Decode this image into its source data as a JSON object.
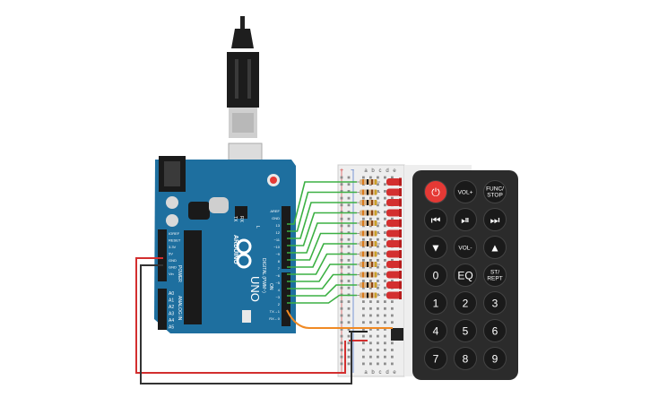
{
  "arduino": {
    "logo_text": "ARDUINO",
    "model_text": "UNO",
    "ioref_pins": [
      "IOREF",
      "RESET",
      "3.3V",
      "5V",
      "GND",
      "GND",
      "Vin"
    ],
    "power_label": "POWER",
    "analog_pins": [
      "A0",
      "A1",
      "A2",
      "A3",
      "A4",
      "A5"
    ],
    "analog_label": "ANALOG IN",
    "digital_pins": [
      "AREF",
      "GND",
      "13",
      "12",
      "~11",
      "~10",
      "~9",
      "8",
      "7",
      "~6",
      "~5",
      "4",
      "~3",
      "2",
      "TX→1",
      "RX←0"
    ],
    "digital_label": "DIGITAL (PWM~)",
    "tx_label": "TX",
    "rx_label": "RX",
    "l_label": "L",
    "on_label": "ON"
  },
  "breadboard": {
    "rail_plus": "+",
    "rail_minus": "−",
    "column_letters_top": [
      "a",
      "b",
      "c",
      "d",
      "e"
    ],
    "column_letters_bottom": [
      "a",
      "b",
      "c",
      "d",
      "e"
    ],
    "led_count": 12,
    "led_color": "#d32f2f",
    "resistor_count": 12
  },
  "remote": {
    "buttons": [
      [
        "⏻",
        "VOL+",
        "FUNC/\nSTOP"
      ],
      [
        "⏮",
        "⏯",
        "⏭"
      ],
      [
        "▼",
        "VOL-",
        "▲"
      ],
      [
        "0",
        "EQ",
        "ST/\nREPT"
      ],
      [
        "1",
        "2",
        "3"
      ],
      [
        "4",
        "5",
        "6"
      ],
      [
        "7",
        "8",
        "9"
      ]
    ],
    "power_color": "#e53935",
    "button_color": "#1a1a1a",
    "body_color": "#2b2b2b"
  },
  "wires": {
    "signal_color": "#3cb043",
    "ir_color": "#f08a24",
    "power_color": "#d32f2f",
    "ground_color": "#333333"
  }
}
